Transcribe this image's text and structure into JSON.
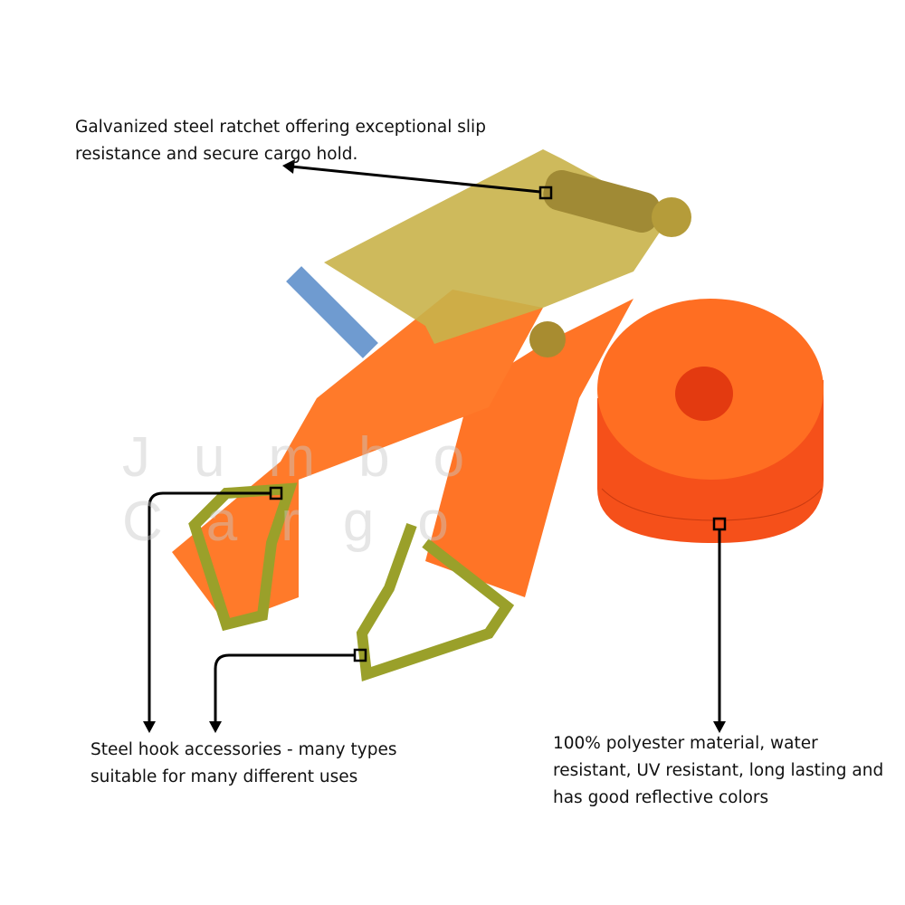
{
  "watermark": "Jumbo Cargo",
  "annotations": {
    "ratchet": "Galvanized steel ratchet offering exceptional slip resistance and secure cargo hold.",
    "hooks": "Steel hook accessories - many types suitable for many different uses",
    "material": "100% polyester material, water resistant, UV resistant, long lasting and has good reflective colors"
  },
  "colors": {
    "strap": "#ff6a1a",
    "strap_dark": "#f04a10",
    "metal": "#b9a43a",
    "line": "#000000"
  }
}
